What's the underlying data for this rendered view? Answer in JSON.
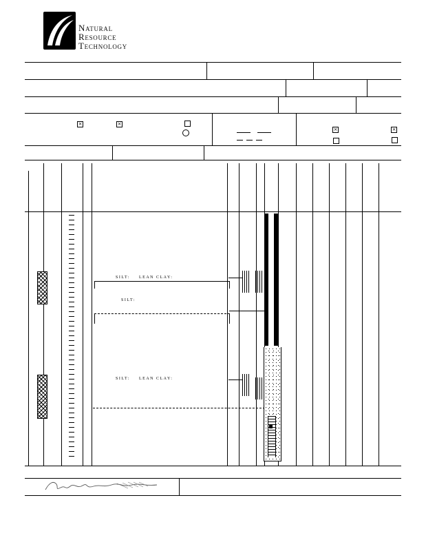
{
  "colors": {
    "ink": "#000000",
    "paper": "#ffffff"
  },
  "logo": {
    "name": "Natural Resource Technology",
    "line1": "Natural",
    "line2": "Resource",
    "line3": "Technology"
  },
  "form": {
    "checkboxes": {
      "checked_mark": "×"
    }
  },
  "soil": {
    "layer1_a": "SILT:",
    "layer1_b": "LEAN CLAY:",
    "layer2": "SILT:",
    "layer3_a": "SILT:",
    "layer3_b": "LEAN CLAY:"
  }
}
